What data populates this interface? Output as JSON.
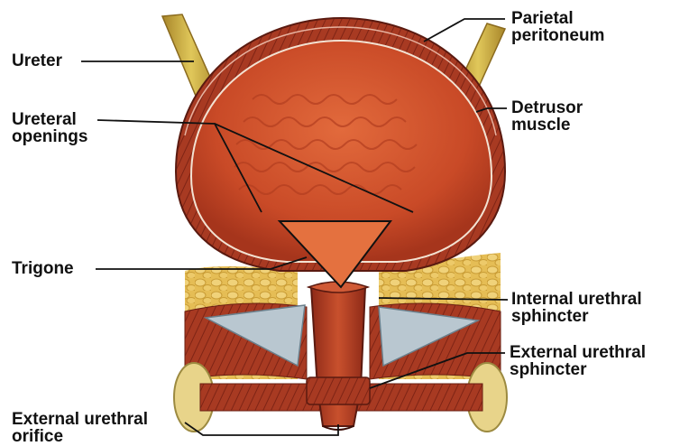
{
  "figure": {
    "colors": {
      "muscle": "#b8442a",
      "muscle_dark": "#7a2216",
      "lumen": "#d9552f",
      "ureter": "#c7a53a",
      "fat": "#e7c15a",
      "ligament": "#b9c7d0",
      "line": "#111111"
    }
  },
  "labels": {
    "ureter": "Ureter",
    "ureteral_openings": [
      "Ureteral",
      "openings"
    ],
    "trigone": "Trigone",
    "external_urethral_orifice": [
      "External urethral",
      "orifice"
    ],
    "parietal_peritoneum": [
      "Parietal",
      "peritoneum"
    ],
    "detrusor_muscle": [
      "Detrusor",
      "muscle"
    ],
    "internal_urethral_sphincter": [
      "Internal urethral",
      "sphincter"
    ],
    "external_urethral_sphincter": [
      "External urethral",
      "sphincter"
    ]
  }
}
